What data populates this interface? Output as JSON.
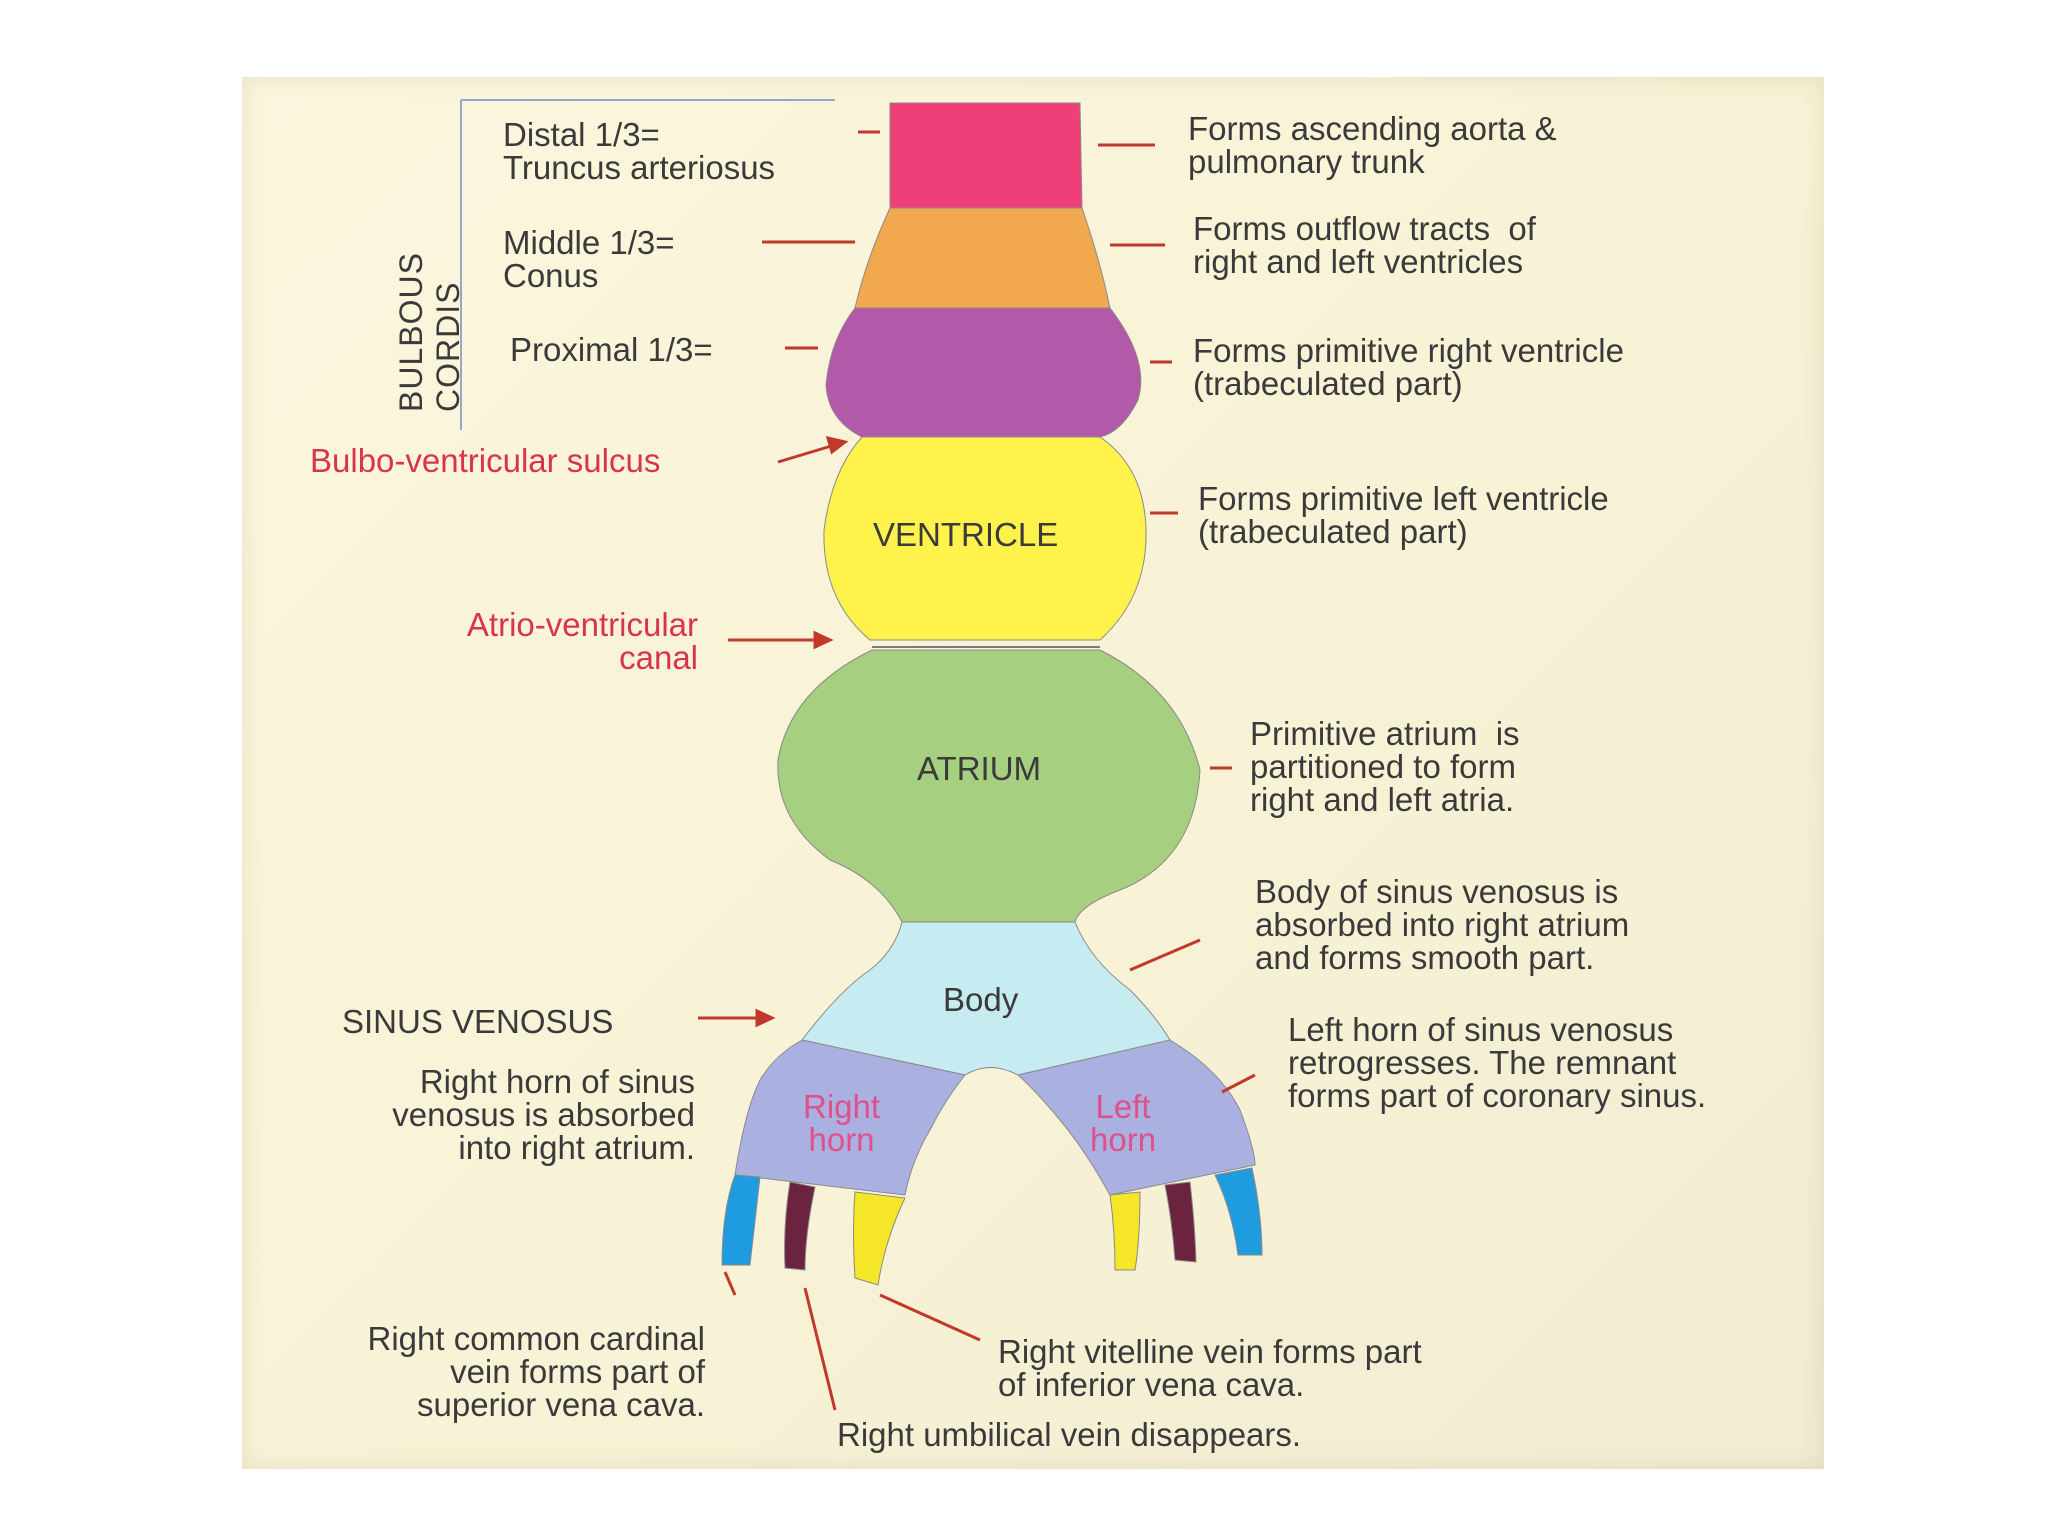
{
  "bulbous_cordis": "BULBOUS CORDIS",
  "segments": {
    "distal": "Distal 1/3=\nTruncus arteriosus",
    "middle": "Middle 1/3=\nConus",
    "proximal": "Proximal 1/3=",
    "ventricle": "VENTRICLE",
    "atrium": "ATRIUM",
    "body": "Body",
    "right_horn": "Right\nhorn",
    "left_horn": "Left\nhorn"
  },
  "left_labels": {
    "bulbo_ventricular": "Bulbo-ventricular sulcus",
    "atrio_ventricular": "Atrio-ventricular\ncanal",
    "sinus_venosus": "SINUS VENOSUS",
    "right_horn_note": "Right horn of sinus\nvenosus is absorbed\ninto right atrium.",
    "right_common_cardinal": "Right common cardinal\nvein forms part of\nsuperior vena cava."
  },
  "right_labels": {
    "distal_fate": "Forms ascending aorta &\npulmonary trunk",
    "middle_fate": "Forms outflow tracts  of\nright and left ventricles",
    "proximal_fate": "Forms primitive right ventricle\n(trabeculated part)",
    "ventricle_fate": "Forms primitive left ventricle\n(trabeculated part)",
    "atrium_fate": "Primitive atrium  is\npartitioned to form\nright and left atria.",
    "body_fate": "Body of sinus venosus is\nabsorbed into right atrium\nand forms smooth part.",
    "left_horn_fate": "Left horn of sinus venosus\nretrogresses. The remnant\nforms part of coronary sinus."
  },
  "bottom_labels": {
    "right_vitelline": "Right vitelline vein forms part\nof inferior vena cava.",
    "right_umbilical": "Right umbilical vein disappears."
  },
  "colors": {
    "truncus": "#ee3f78",
    "conus": "#f2a84e",
    "proximal": "#b25aa9",
    "ventricle": "#fff24a",
    "atrium": "#a6cf7f",
    "body": "#c6ecf2",
    "horns": "#aab0e0",
    "horn_text": "#e0508a",
    "cardinal": "#1f9be0",
    "umbilical": "#6b2340",
    "vitelline": "#f5e628",
    "pointer": "#c0392b"
  }
}
